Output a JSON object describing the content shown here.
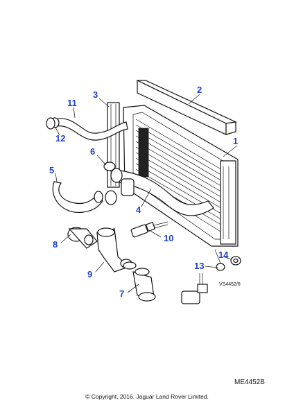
{
  "diagram": {
    "callouts": [
      "1",
      "2",
      "3",
      "4",
      "5",
      "6",
      "7",
      "8",
      "9",
      "10",
      "11",
      "12",
      "13",
      "14"
    ],
    "view_reference": "VS4452/8",
    "sheet_code": "ME4452B",
    "copyright": "© Copyright, 2016. Jaguar Land Rover Limited.",
    "callout_color": "#1f3fd0"
  }
}
